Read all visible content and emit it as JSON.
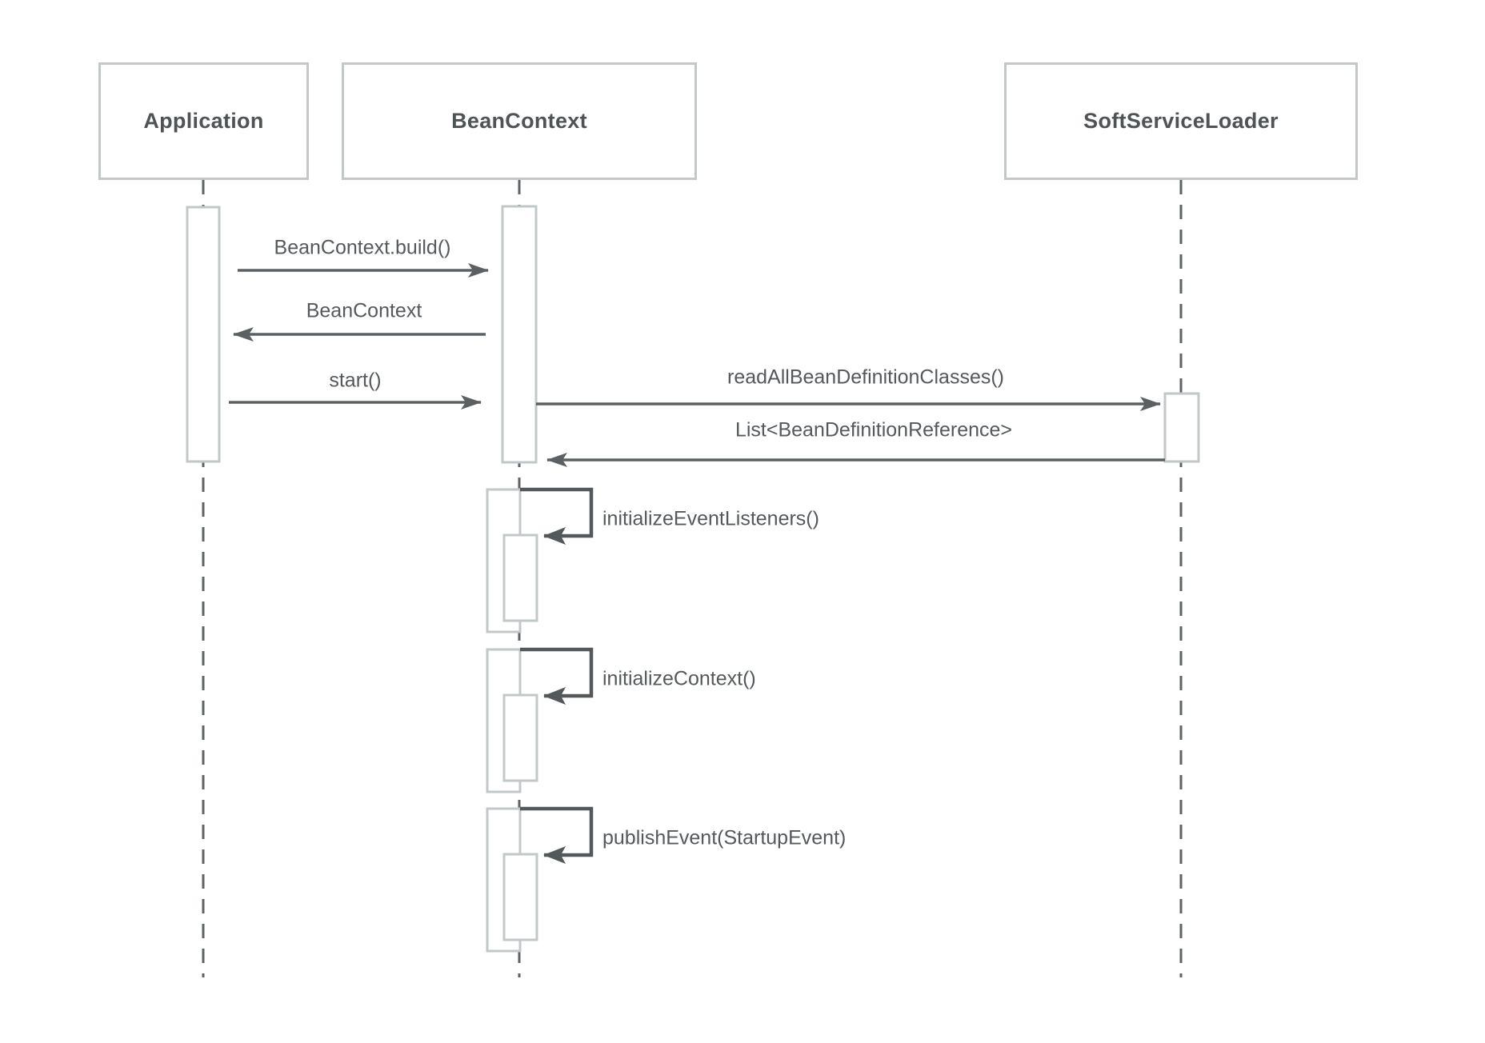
{
  "diagram": {
    "type": "uml-sequence",
    "participants": [
      {
        "name": "Application"
      },
      {
        "name": "BeanContext"
      },
      {
        "name": "SoftServiceLoader"
      }
    ],
    "messages": [
      {
        "label": "BeanContext.build()",
        "from": "Application",
        "to": "BeanContext",
        "kind": "call"
      },
      {
        "label": "BeanContext",
        "from": "BeanContext",
        "to": "Application",
        "kind": "return"
      },
      {
        "label": "start()",
        "from": "Application",
        "to": "BeanContext",
        "kind": "call"
      },
      {
        "label": "readAllBeanDefinitionClasses()",
        "from": "BeanContext",
        "to": "SoftServiceLoader",
        "kind": "call"
      },
      {
        "label": "List<BeanDefinitionReference>",
        "from": "SoftServiceLoader",
        "to": "BeanContext",
        "kind": "return"
      },
      {
        "label": "initializeEventListeners()",
        "from": "BeanContext",
        "to": "BeanContext",
        "kind": "self"
      },
      {
        "label": "initializeContext()",
        "from": "BeanContext",
        "to": "BeanContext",
        "kind": "self"
      },
      {
        "label": "publishEvent(StartupEvent)",
        "from": "BeanContext",
        "to": "BeanContext",
        "kind": "self"
      }
    ],
    "colors": {
      "background": "#ffffff",
      "box_border": "#c2c7c9",
      "activation_border": "#c2c7c9",
      "activation_fill": "#ffffff",
      "lifeline_dash": "#5e6366",
      "arrow_dark": "#5b6063",
      "text": "#54595c",
      "header_text": "#4e5355"
    }
  }
}
